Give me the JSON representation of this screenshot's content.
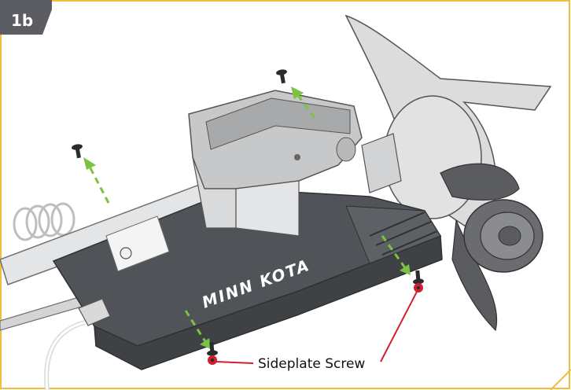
{
  "step": {
    "label": "1b"
  },
  "motor": {
    "brand": "MINN KOTA"
  },
  "callout": {
    "label": "Sideplate Screw"
  },
  "colors": {
    "frame_border": "#f0bd3d",
    "badge_bg": "#5b5d62",
    "arrow": "#7cc242",
    "leader": "#d0202f",
    "housing_dark": "#505357",
    "housing_light": "#c7c8ca"
  },
  "icons": [
    "screw-icon",
    "arrow-icon"
  ]
}
